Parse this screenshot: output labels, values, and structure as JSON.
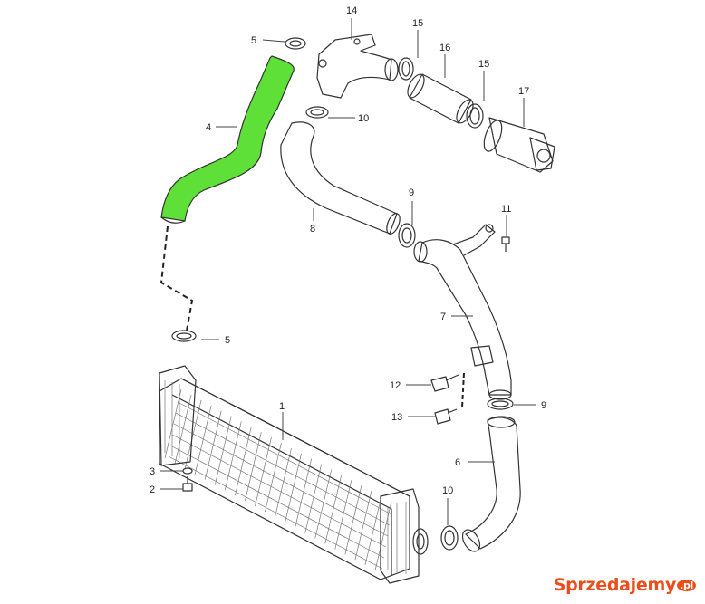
{
  "callouts": [
    {
      "id": "c1",
      "number": "1"
    },
    {
      "id": "c2",
      "number": "2"
    },
    {
      "id": "c3",
      "number": "3"
    },
    {
      "id": "c4",
      "number": "4"
    },
    {
      "id": "c5a",
      "number": "5"
    },
    {
      "id": "c5b",
      "number": "5"
    },
    {
      "id": "c6",
      "number": "6"
    },
    {
      "id": "c7",
      "number": "7"
    },
    {
      "id": "c8",
      "number": "8"
    },
    {
      "id": "c9a",
      "number": "9"
    },
    {
      "id": "c9b",
      "number": "9"
    },
    {
      "id": "c10a",
      "number": "10"
    },
    {
      "id": "c10b",
      "number": "10"
    },
    {
      "id": "c11",
      "number": "11"
    },
    {
      "id": "c12",
      "number": "12"
    },
    {
      "id": "c13",
      "number": "13"
    },
    {
      "id": "c14",
      "number": "14"
    },
    {
      "id": "c15a",
      "number": "15"
    },
    {
      "id": "c15b",
      "number": "15"
    },
    {
      "id": "c16",
      "number": "16"
    },
    {
      "id": "c17",
      "number": "17"
    }
  ],
  "colors": {
    "highlight_hose": "#5fe038",
    "watermark": "#e94e1b",
    "line": "#333333"
  },
  "watermark": {
    "text": "Sprzedajemy",
    "suffix": ".pl"
  }
}
